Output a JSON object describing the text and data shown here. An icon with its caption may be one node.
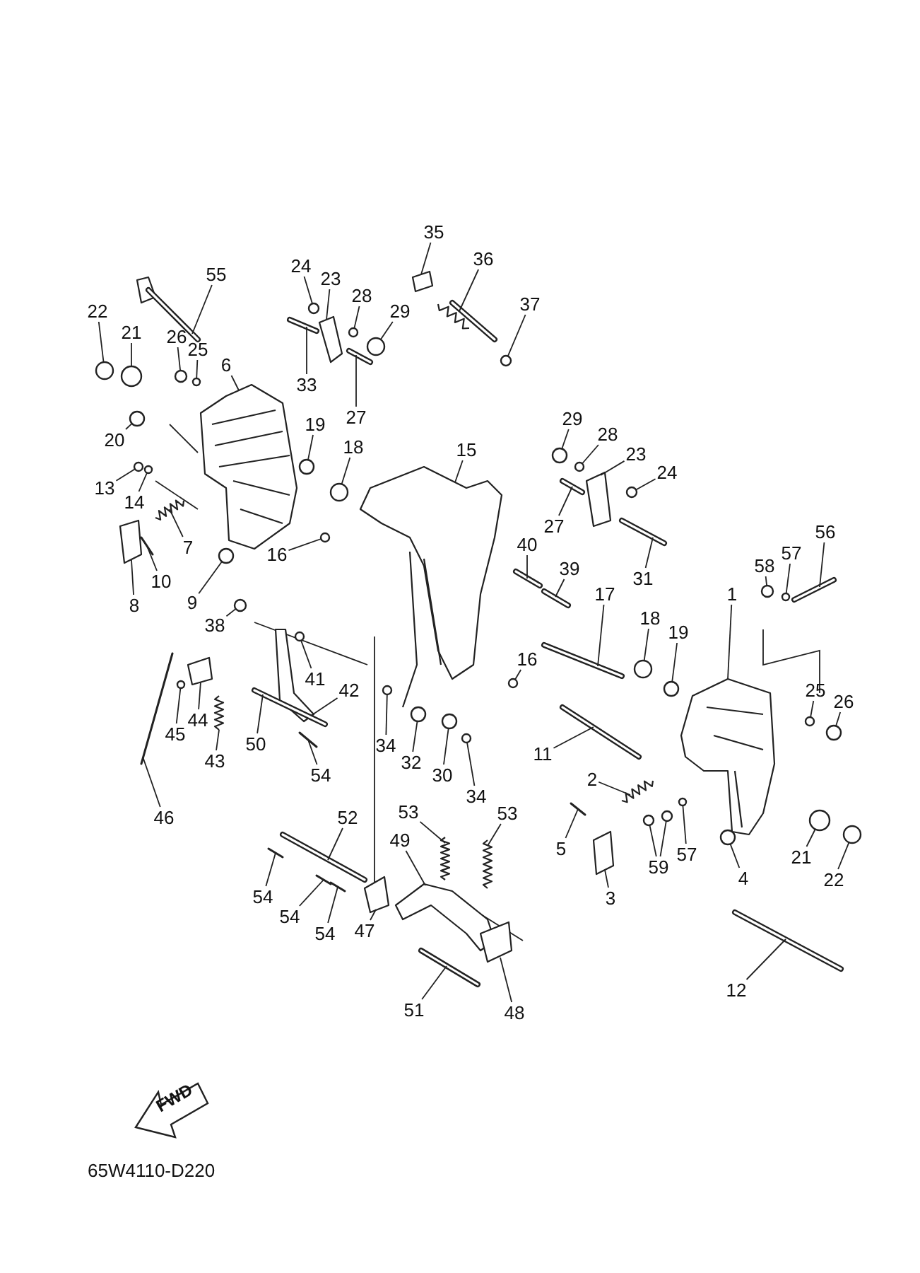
{
  "diagram": {
    "nodes": [
      {
        "text": [
          "35"
        ]
      },
      {
        "text": [
          "36"
        ]
      },
      {
        "text": [
          "24"
        ]
      },
      {
        "text": [
          "23"
        ]
      },
      {
        "text": [
          "55"
        ]
      },
      {
        "text": [
          "28"
        ]
      },
      {
        "text": [
          "37"
        ]
      },
      {
        "text": [
          "22"
        ]
      },
      {
        "text": [
          "21"
        ]
      },
      {
        "text": [
          "29"
        ]
      },
      {
        "text": [
          "26"
        ]
      },
      {
        "text": [
          "25"
        ]
      },
      {
        "text": [
          "6"
        ]
      },
      {
        "text": [
          "33"
        ]
      },
      {
        "text": [
          "27"
        ]
      },
      {
        "text": [
          "29"
        ]
      },
      {
        "text": [
          "20"
        ]
      },
      {
        "text": [
          "28"
        ]
      },
      {
        "text": [
          "19"
        ]
      },
      {
        "text": [
          "15"
        ]
      },
      {
        "text": [
          "18"
        ]
      },
      {
        "text": [
          "23"
        ]
      },
      {
        "text": [
          "24"
        ]
      },
      {
        "text": [
          "13"
        ]
      },
      {
        "text": [
          "14"
        ]
      },
      {
        "text": [
          "56"
        ]
      },
      {
        "text": [
          "57"
        ]
      },
      {
        "text": [
          "7"
        ]
      },
      {
        "text": [
          "27"
        ]
      },
      {
        "text": [
          "40"
        ]
      },
      {
        "text": [
          "58"
        ]
      },
      {
        "text": [
          "16"
        ]
      },
      {
        "text": [
          "39"
        ]
      },
      {
        "text": [
          "10"
        ]
      },
      {
        "text": [
          "31"
        ]
      },
      {
        "text": [
          "9"
        ]
      },
      {
        "text": [
          "8"
        ]
      },
      {
        "text": [
          "1"
        ]
      },
      {
        "text": [
          "38"
        ]
      },
      {
        "text": [
          "17"
        ]
      },
      {
        "text": [
          "18"
        ]
      },
      {
        "text": [
          "19"
        ]
      },
      {
        "text": [
          "41"
        ]
      },
      {
        "text": [
          "42"
        ]
      },
      {
        "text": [
          "16"
        ]
      },
      {
        "text": [
          "25"
        ]
      },
      {
        "text": [
          "26"
        ]
      },
      {
        "text": [
          "45"
        ]
      },
      {
        "text": [
          "44"
        ]
      },
      {
        "text": [
          "34"
        ]
      },
      {
        "text": [
          "50"
        ]
      },
      {
        "text": [
          "11"
        ]
      },
      {
        "text": [
          "2"
        ]
      },
      {
        "text": [
          "43"
        ]
      },
      {
        "text": [
          "32"
        ]
      },
      {
        "text": [
          "30"
        ]
      },
      {
        "text": [
          "34"
        ]
      },
      {
        "text": [
          "54"
        ]
      },
      {
        "text": [
          "46"
        ]
      },
      {
        "text": [
          "5"
        ]
      },
      {
        "text": [
          "59"
        ]
      },
      {
        "text": [
          "57"
        ]
      },
      {
        "text": [
          "3"
        ]
      },
      {
        "text": [
          "21"
        ]
      },
      {
        "text": [
          "22"
        ]
      },
      {
        "text": [
          "4"
        ]
      },
      {
        "text": [
          "52"
        ]
      },
      {
        "text": [
          "53"
        ]
      },
      {
        "text": [
          "53"
        ]
      },
      {
        "text": [
          "49"
        ]
      },
      {
        "text": [
          "54"
        ]
      },
      {
        "text": [
          "54"
        ]
      },
      {
        "text": [
          "54"
        ]
      },
      {
        "text": [
          "47"
        ]
      },
      {
        "text": [
          "12"
        ]
      },
      {
        "text": [
          "51"
        ]
      },
      {
        "text": [
          "48"
        ]
      },
      {
        "text": [],
        "shape": "picture"
      },
      {
        "text": [],
        "shape": "picture"
      },
      {
        "text": [],
        "shape": "circle"
      },
      {
        "text": [],
        "shape": "picture"
      },
      {
        "text": [],
        "shape": "picture"
      },
      {
        "text": [],
        "shape": "circle"
      },
      {
        "text": [],
        "shape": "circle"
      },
      {
        "text": [],
        "shape": "circle"
      },
      {
        "text": [],
        "shape": "circle"
      },
      {
        "text": [],
        "shape": "circle"
      },
      {
        "text": [],
        "shape": "circle"
      },
      {
        "text": [],
        "shape": "circle"
      },
      {
        "text": [],
        "shape": "picture"
      },
      {
        "text": [],
        "shape": "bar"
      },
      {
        "text": [],
        "shape": "bar"
      },
      {
        "text": [],
        "shape": "circle"
      },
      {
        "text": [],
        "shape": "circle"
      },
      {
        "text": [],
        "shape": "circle"
      },
      {
        "text": [],
        "shape": "circle"
      },
      {
        "text": [],
        "shape": "picture"
      },
      {
        "text": [],
        "shape": "circle"
      },
      {
        "text": [],
        "shape": "picture"
      },
      {
        "text": [],
        "shape": "circle"
      },
      {
        "text": [],
        "shape": "circle"
      },
      {
        "text": [],
        "shape": "circle"
      },
      {
        "text": [],
        "shape": "bar"
      },
      {
        "text": [],
        "shape": "circle"
      },
      {
        "text": [],
        "shape": "picture"
      },
      {
        "text": [],
        "shape": "bar"
      },
      {
        "text": [],
        "shape": "bar"
      },
      {
        "text": [],
        "shape": "circle"
      },
      {
        "text": [],
        "shape": "circle"
      },
      {
        "text": [],
        "shape": "bar"
      },
      {
        "text": [],
        "shape": "bar"
      },
      {
        "text": [],
        "shape": "bar"
      },
      {
        "text": [],
        "shape": "circle"
      },
      {
        "text": [],
        "shape": "picture"
      },
      {
        "text": [],
        "shape": "picture"
      },
      {
        "text": [],
        "shape": "circle"
      },
      {
        "text": [],
        "shape": "bar"
      },
      {
        "text": [],
        "shape": "circle"
      },
      {
        "text": [],
        "shape": "circle"
      },
      {
        "text": [],
        "shape": "circle"
      },
      {
        "text": [],
        "shape": "picture"
      },
      {
        "text": [],
        "shape": "circle"
      },
      {
        "text": [],
        "shape": "circle"
      },
      {
        "text": [],
        "shape": "circle"
      },
      {
        "text": [],
        "shape": "circle"
      },
      {
        "text": [],
        "shape": "picture"
      },
      {
        "text": [],
        "shape": "circle"
      },
      {
        "text": [],
        "shape": "bar"
      },
      {
        "text": [],
        "shape": "bar"
      },
      {
        "text": [],
        "shape": "picture"
      },
      {
        "text": [],
        "shape": "picture"
      },
      {
        "text": [],
        "shape": "circle"
      },
      {
        "text": [],
        "shape": "circle"
      },
      {
        "text": [],
        "shape": "circle"
      },
      {
        "text": [],
        "shape": "bar"
      },
      {
        "text": [],
        "shape": "bar"
      },
      {
        "text": [],
        "shape": "bar"
      },
      {
        "text": [],
        "shape": "circle"
      },
      {
        "text": [],
        "shape": "circle"
      },
      {
        "text": [],
        "shape": "circle"
      },
      {
        "text": [],
        "shape": "picture"
      },
      {
        "text": [],
        "shape": "circle"
      },
      {
        "text": [],
        "shape": "circle"
      },
      {
        "text": [],
        "shape": "circle"
      },
      {
        "text": [],
        "shape": "bar"
      },
      {
        "text": [],
        "shape": "picture"
      },
      {
        "text": [],
        "shape": "picture"
      },
      {
        "text": [],
        "shape": "picture"
      },
      {
        "text": [],
        "shape": "bar"
      },
      {
        "text": [],
        "shape": "bar"
      },
      {
        "text": [],
        "shape": "bar"
      },
      {
        "text": [],
        "shape": "picture"
      },
      {
        "text": [],
        "shape": "bar"
      },
      {
        "text": [],
        "shape": "bar"
      },
      {
        "text": [],
        "shape": "picture"
      }
    ],
    "edges": [
      {
        "from": 0,
        "to": 77,
        "arrow": "none"
      },
      {
        "from": 1,
        "to": 78,
        "arrow": "none"
      },
      {
        "from": 2,
        "to": 79,
        "arrow": "none"
      },
      {
        "from": 3,
        "to": 80,
        "arrow": "none"
      },
      {
        "from": 4,
        "to": 81,
        "arrow": "none"
      },
      {
        "from": 5,
        "to": 82,
        "arrow": "none"
      },
      {
        "from": 6,
        "to": 83,
        "arrow": "none"
      },
      {
        "from": 7,
        "to": 84,
        "arrow": "none"
      },
      {
        "from": 8,
        "to": 85,
        "arrow": "none"
      },
      {
        "from": 9,
        "to": 86,
        "arrow": "none"
      },
      {
        "from": 10,
        "to": 87,
        "arrow": "none"
      },
      {
        "from": 11,
        "to": 88,
        "arrow": "none"
      },
      {
        "from": 12,
        "to": 89,
        "arrow": "none"
      },
      {
        "from": 13,
        "to": 90,
        "arrow": "none"
      },
      {
        "from": 14,
        "to": 91,
        "arrow": "none"
      },
      {
        "from": 15,
        "to": 92,
        "arrow": "none"
      },
      {
        "from": 16,
        "to": 93,
        "arrow": "none"
      },
      {
        "from": 17,
        "to": 94,
        "arrow": "none"
      },
      {
        "from": 18,
        "to": 95,
        "arrow": "none"
      },
      {
        "from": 19,
        "to": 96,
        "arrow": "none"
      },
      {
        "from": 20,
        "to": 97,
        "arrow": "none"
      },
      {
        "from": 21,
        "to": 98,
        "arrow": "none"
      },
      {
        "from": 22,
        "to": 99,
        "arrow": "none"
      },
      {
        "from": 23,
        "to": 100,
        "arrow": "none"
      },
      {
        "from": 24,
        "to": 101,
        "arrow": "none"
      },
      {
        "from": 25,
        "to": 102,
        "arrow": "none"
      },
      {
        "from": 26,
        "to": 103,
        "arrow": "none"
      },
      {
        "from": 27,
        "to": 104,
        "arrow": "none"
      },
      {
        "from": 28,
        "to": 105,
        "arrow": "none"
      },
      {
        "from": 29,
        "to": 106,
        "arrow": "none"
      },
      {
        "from": 30,
        "to": 107,
        "arrow": "none"
      },
      {
        "from": 31,
        "to": 108,
        "arrow": "none"
      },
      {
        "from": 32,
        "to": 109,
        "arrow": "none"
      },
      {
        "from": 33,
        "to": 110,
        "arrow": "none"
      },
      {
        "from": 34,
        "to": 111,
        "arrow": "none"
      },
      {
        "from": 35,
        "to": 112,
        "arrow": "none"
      },
      {
        "from": 36,
        "to": 113,
        "arrow": "none"
      },
      {
        "from": 37,
        "to": 114,
        "arrow": "none"
      },
      {
        "from": 38,
        "to": 115,
        "arrow": "none"
      },
      {
        "from": 39,
        "to": 116,
        "arrow": "none"
      },
      {
        "from": 40,
        "to": 117,
        "arrow": "none"
      },
      {
        "from": 41,
        "to": 118,
        "arrow": "none"
      },
      {
        "from": 42,
        "to": 119,
        "arrow": "none"
      },
      {
        "from": 43,
        "to": 120,
        "arrow": "none"
      },
      {
        "from": 44,
        "to": 121,
        "arrow": "none"
      },
      {
        "from": 45,
        "to": 122,
        "arrow": "none"
      },
      {
        "from": 46,
        "to": 123,
        "arrow": "none"
      },
      {
        "from": 47,
        "to": 124,
        "arrow": "none"
      },
      {
        "from": 48,
        "to": 125,
        "arrow": "none"
      },
      {
        "from": 49,
        "to": 126,
        "arrow": "none"
      },
      {
        "from": 50,
        "to": 127,
        "arrow": "none"
      },
      {
        "from": 51,
        "to": 128,
        "arrow": "none"
      },
      {
        "from": 52,
        "to": 129,
        "arrow": "none"
      },
      {
        "from": 53,
        "to": 130,
        "arrow": "none"
      },
      {
        "from": 54,
        "to": 131,
        "arrow": "none"
      },
      {
        "from": 55,
        "to": 132,
        "arrow": "none"
      },
      {
        "from": 56,
        "to": 133,
        "arrow": "none"
      },
      {
        "from": 57,
        "to": 134,
        "arrow": "none"
      },
      {
        "from": 58,
        "to": 135,
        "arrow": "none"
      },
      {
        "from": 59,
        "to": 136,
        "arrow": "none"
      },
      {
        "from": 60,
        "to": 137,
        "arrow": "none"
      },
      {
        "from": 60,
        "to": 138,
        "arrow": "none"
      },
      {
        "from": 61,
        "to": 139,
        "arrow": "none"
      },
      {
        "from": 62,
        "to": 140,
        "arrow": "none"
      },
      {
        "from": 63,
        "to": 141,
        "arrow": "none"
      },
      {
        "from": 64,
        "to": 142,
        "arrow": "none"
      },
      {
        "from": 65,
        "to": 143,
        "arrow": "none"
      },
      {
        "from": 66,
        "to": 144,
        "arrow": "none"
      },
      {
        "from": 67,
        "to": 145,
        "arrow": "none"
      },
      {
        "from": 68,
        "to": 146,
        "arrow": "none"
      },
      {
        "from": 69,
        "to": 147,
        "arrow": "none"
      },
      {
        "from": 70,
        "to": 148,
        "arrow": "none"
      },
      {
        "from": 71,
        "to": 149,
        "arrow": "none"
      },
      {
        "from": 72,
        "to": 150,
        "arrow": "none"
      },
      {
        "from": 73,
        "to": 151,
        "arrow": "none"
      },
      {
        "from": 74,
        "to": 152,
        "arrow": "none"
      },
      {
        "from": 75,
        "to": 153,
        "arrow": "none"
      },
      {
        "from": 76,
        "to": 154,
        "arrow": "none"
      }
    ],
    "labels": [
      "FWD",
      "65W4110-D220"
    ]
  }
}
